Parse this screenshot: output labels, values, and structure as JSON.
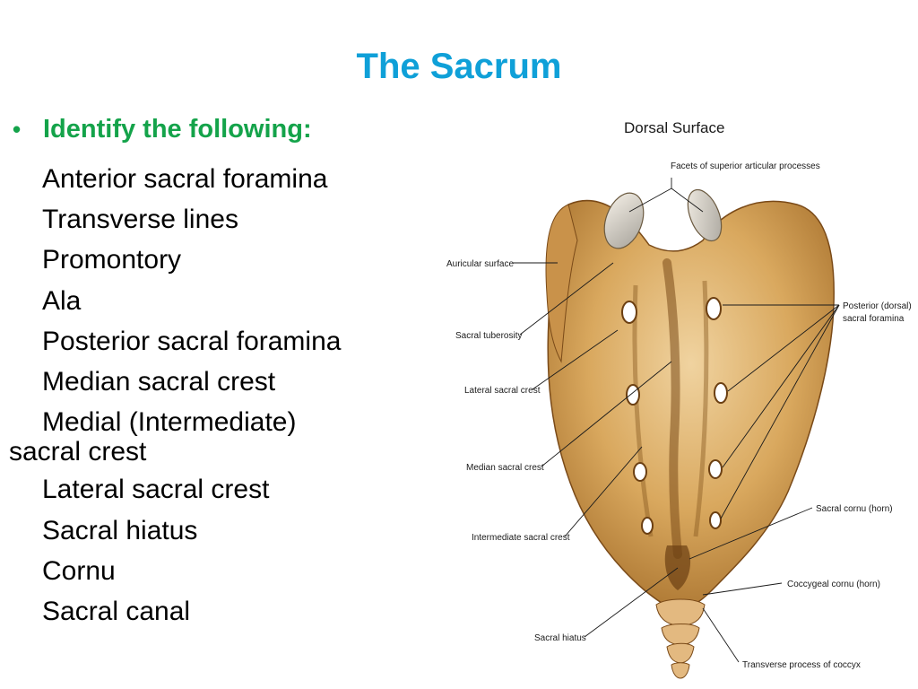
{
  "slide": {
    "title": "The Sacrum",
    "bullet_symbol": "•",
    "heading": "Identify the following:",
    "items": [
      "Anterior sacral foramina",
      "Transverse lines",
      "Promontory",
      "Ala",
      "Posterior sacral foramina",
      "Median sacral crest",
      "Medial (Intermediate)",
      "sacral  crest",
      "Lateral sacral crest",
      "Sacral hiatus",
      "Cornu",
      "Sacral canal"
    ]
  },
  "figure": {
    "title": "Dorsal Surface",
    "labels": {
      "facets": "Facets of superior articular processes",
      "auricular": "Auricular surface",
      "tuberosity": "Sacral tuberosity",
      "lateral_crest": "Lateral sacral crest",
      "median_crest": "Median sacral crest",
      "intermediate_crest": "Intermediate sacral crest",
      "sacral_hiatus": "Sacral hiatus",
      "posterior_foramina_1": "Posterior (dorsal)",
      "posterior_foramina_2": "sacral foramina",
      "sacral_cornu": "Sacral cornu (horn)",
      "coccygeal_cornu": "Coccygeal cornu (horn)",
      "transverse_coccyx": "Transverse process of coccyx"
    },
    "colors": {
      "bone": "#d9a85e",
      "bone_light": "#f0d6a0",
      "bone_dark": "#8a5a22"
    }
  }
}
